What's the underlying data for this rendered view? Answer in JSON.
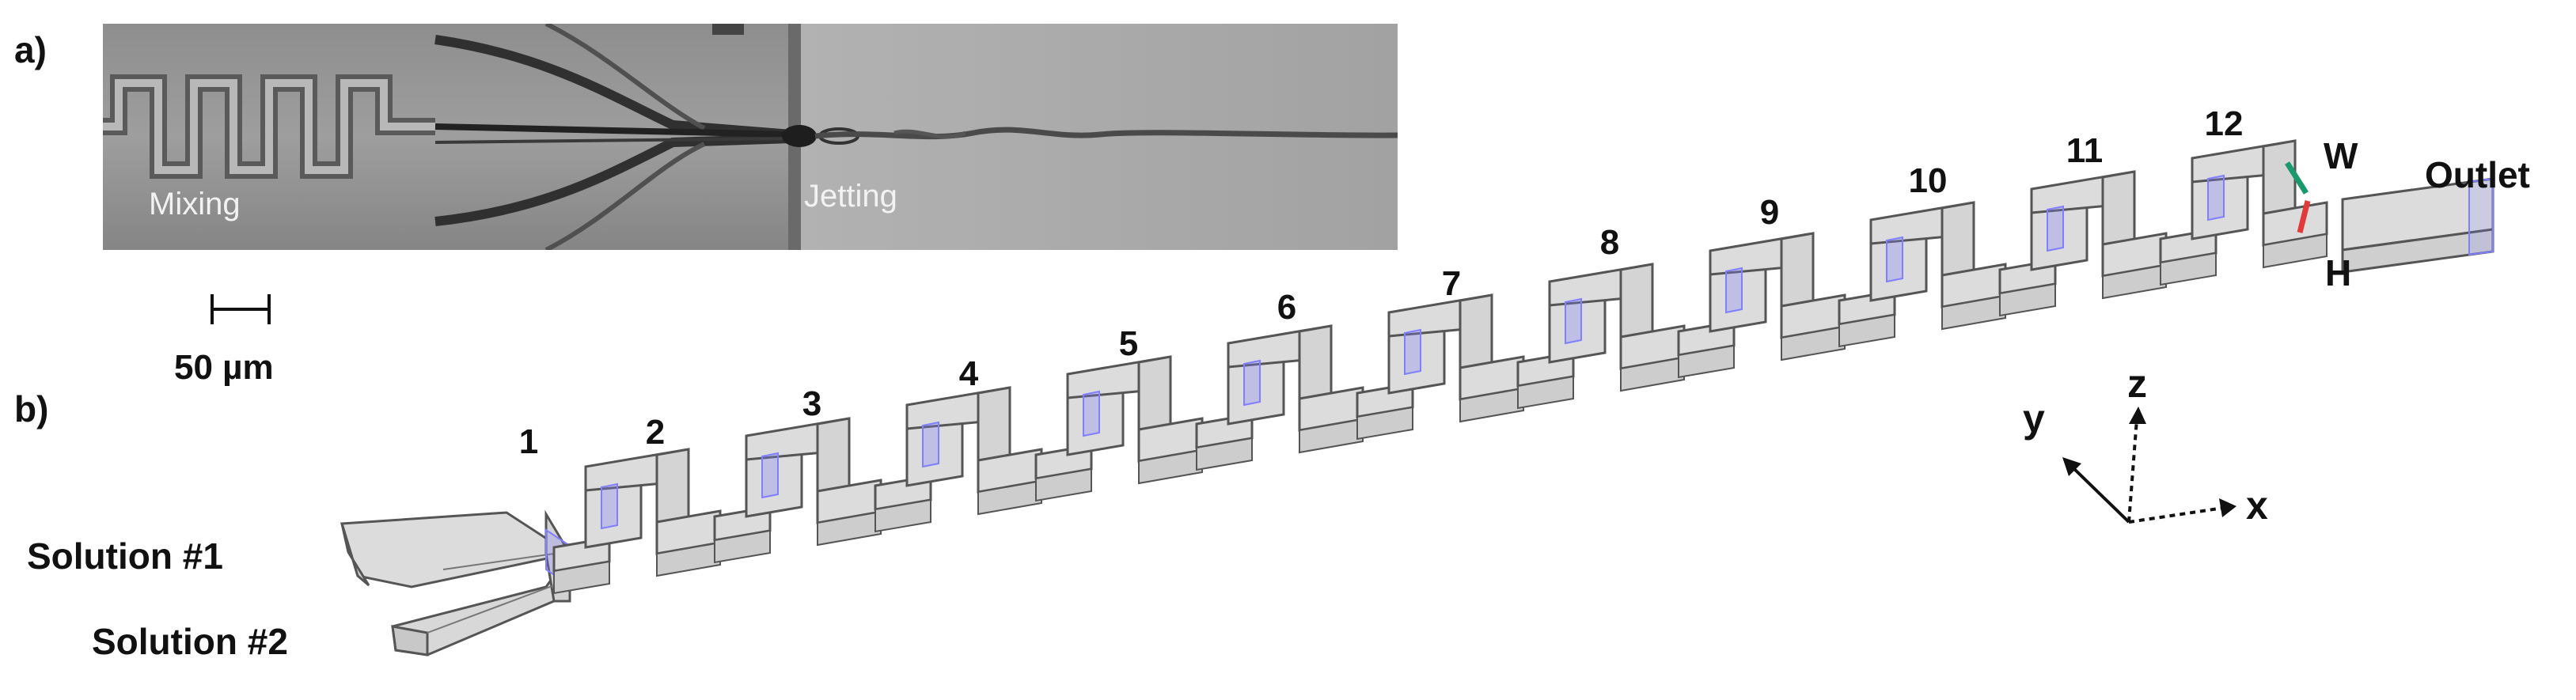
{
  "panel_a": {
    "label": "a)",
    "mixing_label": "Mixing",
    "jetting_label": "Jetting"
  },
  "scale_bar": {
    "label": "50 µm"
  },
  "panel_b": {
    "label": "b)",
    "segment_numbers": [
      "1",
      "2",
      "3",
      "4",
      "5",
      "6",
      "7",
      "8",
      "9",
      "10",
      "11",
      "12"
    ],
    "inlet_1": "Solution #1",
    "inlet_2": "Solution #2",
    "outlet": "Outlet",
    "width_label": "W",
    "height_label": "H",
    "axes": {
      "x": "x",
      "y": "y",
      "z": "z"
    }
  },
  "colors": {
    "channel_fill": "#dcdcdc",
    "channel_stroke": "#555555",
    "section_plane": "#7f7fff",
    "width_marker": "#1a9a6c",
    "height_marker": "#e03a3a"
  }
}
